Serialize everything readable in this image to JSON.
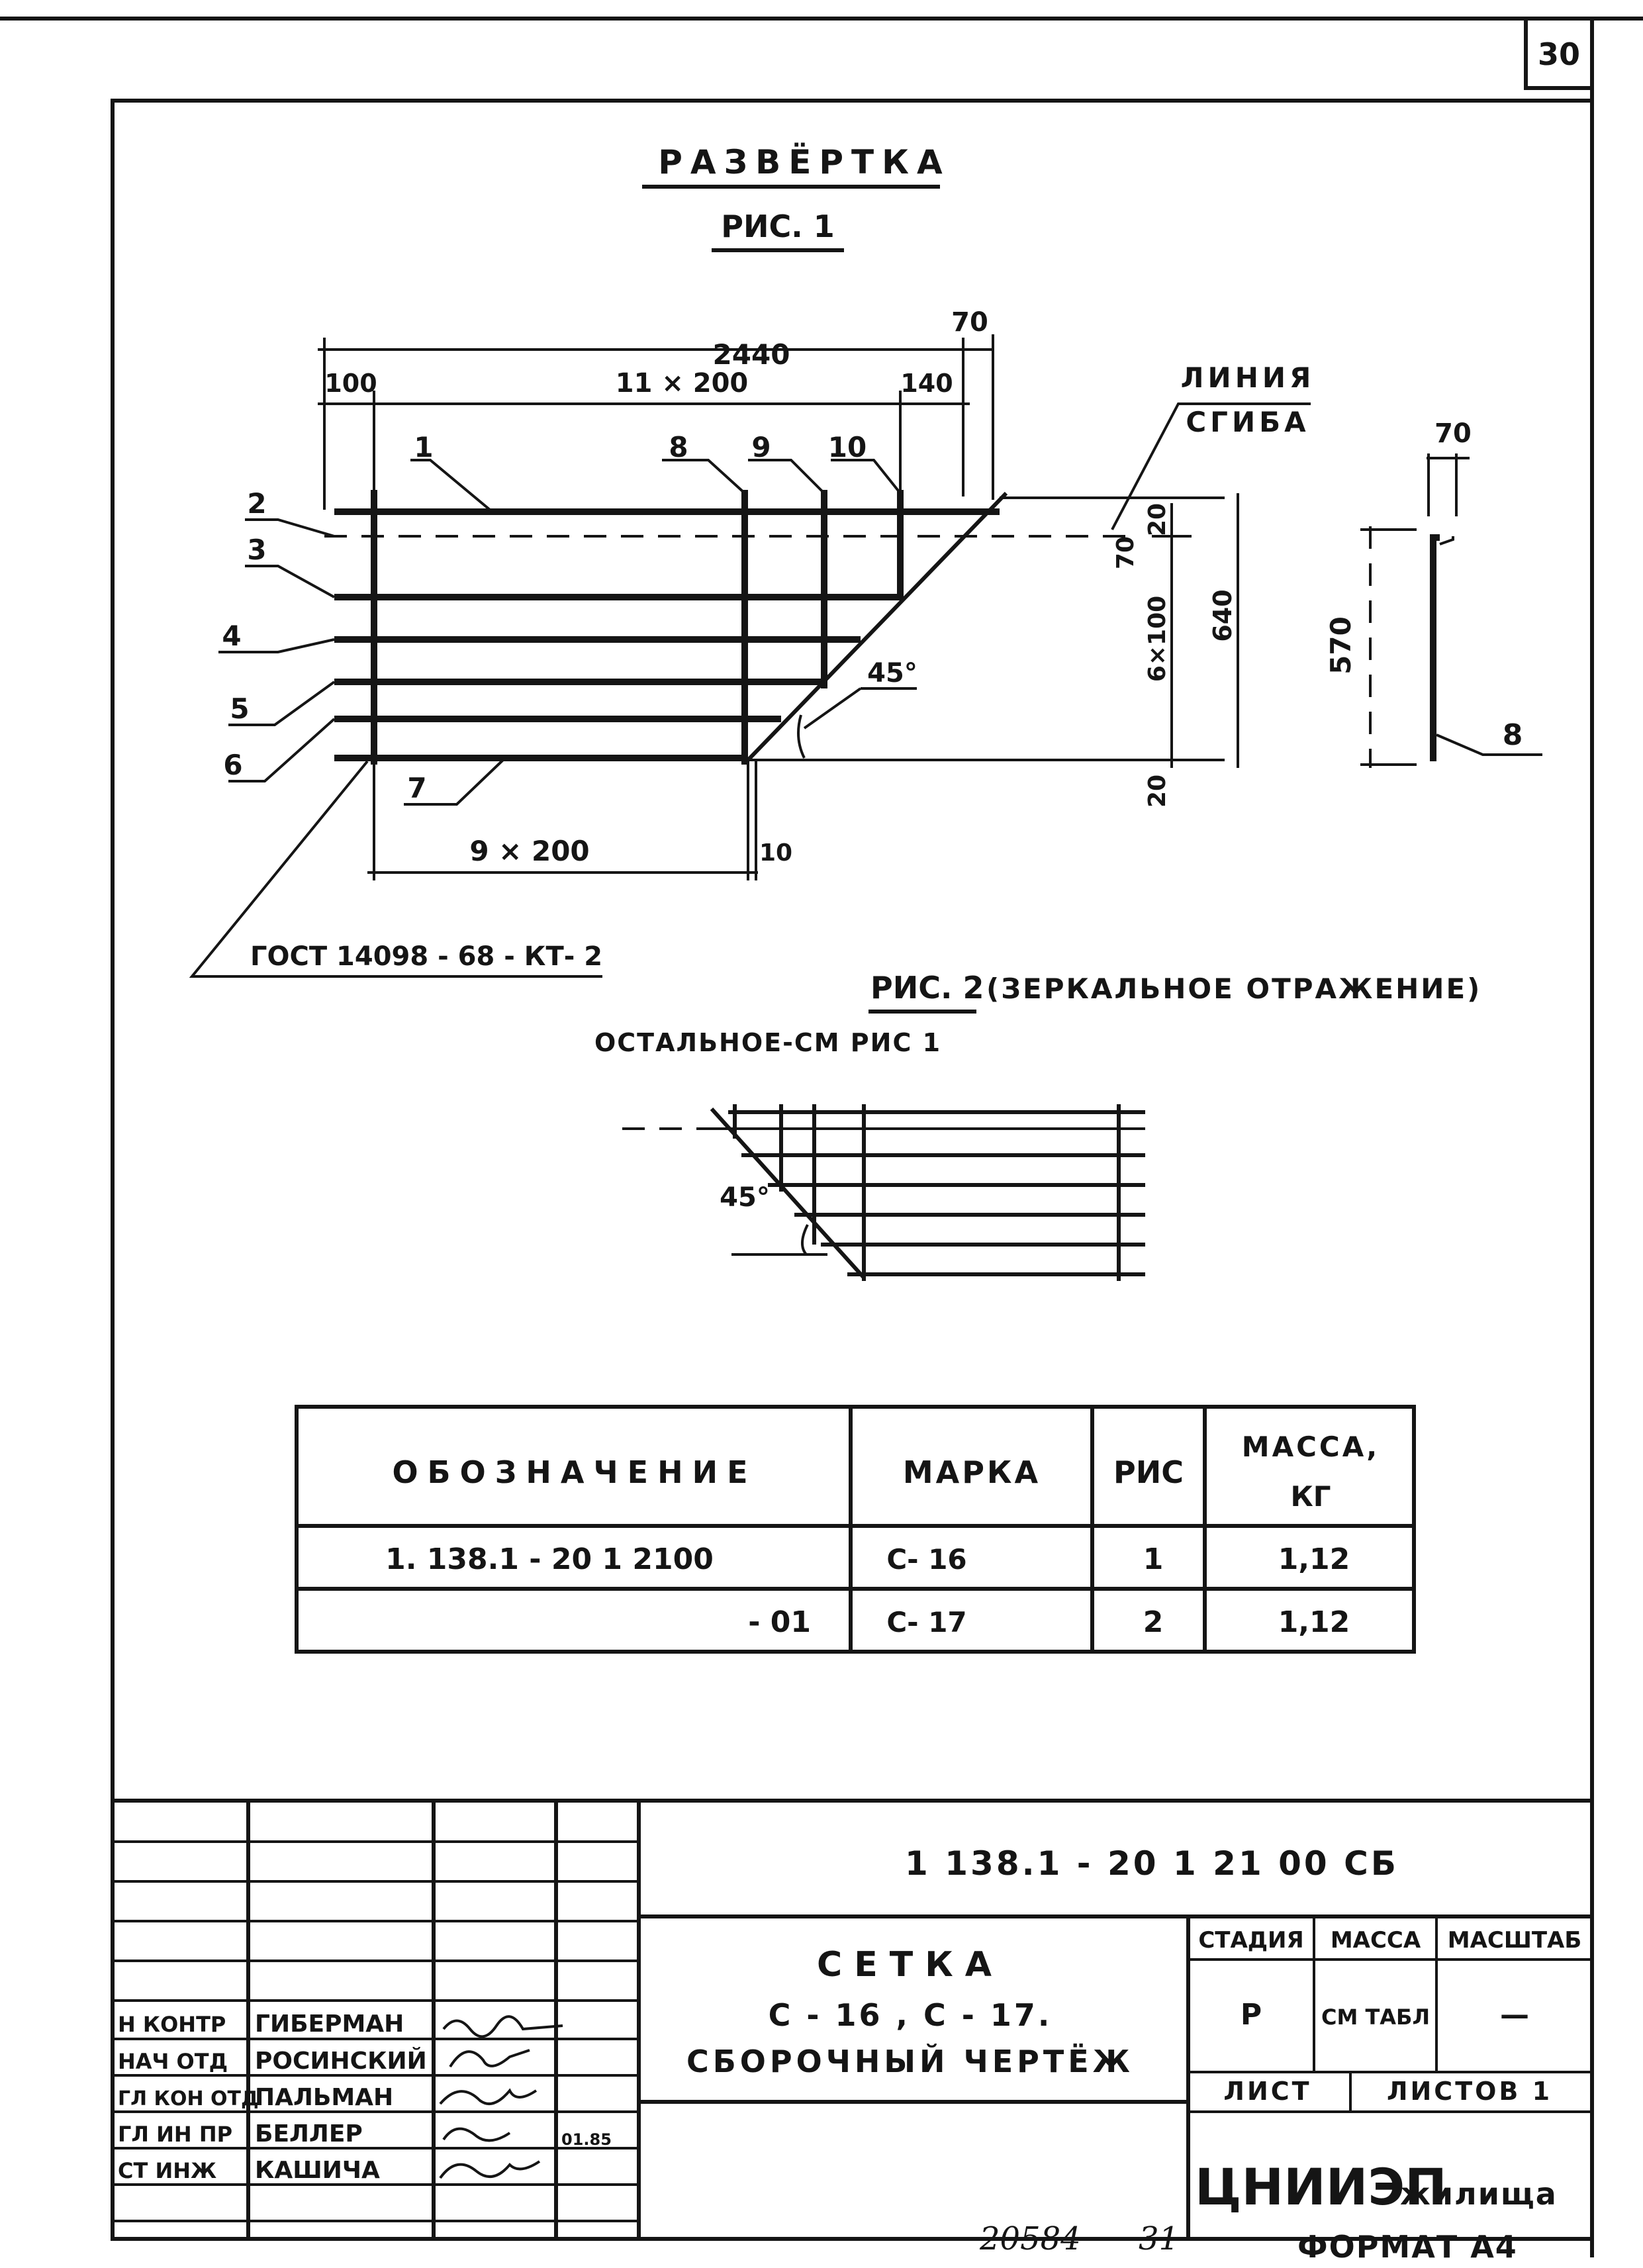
{
  "sheet": {
    "page_number": "30",
    "bottom_number": "20584",
    "bottom_sub": "31",
    "format": "ФОРМАТ А4"
  },
  "header": {
    "title": "РАЗВЁРТКА",
    "fig1": "РИС. 1"
  },
  "fig1": {
    "dim_total": "2440",
    "dim_right_top": "70",
    "dim_left": "100",
    "dim_spacing": "11 × 200",
    "dim_140": "140",
    "bend_label_1": "ЛИНИЯ",
    "bend_label_2": "СГИБА",
    "callouts": [
      "1",
      "2",
      "3",
      "4",
      "5",
      "6",
      "7",
      "8",
      "9",
      "10"
    ],
    "dim_70_vert": "70",
    "dim_20_top": "20",
    "dim_6x100": "6×100",
    "dim_640": "640",
    "dim_20_bot": "20",
    "angle": "45°",
    "dim_9x200": "9 × 200",
    "dim_10": "10",
    "gost": "ГОСТ 14098 - 68 - КТ- 2"
  },
  "side_view": {
    "dim_top": "70",
    "dim_height": "570",
    "callout": "8"
  },
  "fig2": {
    "title": "РИС. 2",
    "subtitle": "(ЗЕРКАЛЬНОЕ ОТРАЖЕНИЕ)",
    "note": "ОСТАЛЬНОЕ-СМ РИС 1",
    "angle": "45°"
  },
  "spec_table": {
    "headers": [
      "ОБОЗНАЧЕНИЕ",
      "МАРКА",
      "РИС",
      "МАССА,",
      "КГ"
    ],
    "rows": [
      [
        "1. 138.1 - 20 1 2100",
        "С- 16",
        "1",
        "1,12"
      ],
      [
        "- 01",
        "С- 17",
        "2",
        "1,12"
      ]
    ]
  },
  "title_block": {
    "doc_code": "1 138.1 - 20 1 21 00 СБ",
    "name_1": "СЕТКА",
    "name_2": "С - 16 , С - 17.",
    "name_3": "СБОРОЧНЫЙ ЧЕРТЁЖ",
    "col_stage": "СТАДИЯ",
    "col_mass": "МАССА",
    "col_scale": "МАСШТАБ",
    "stage": "Р",
    "mass": "СМ ТАБЛ",
    "scale": "—",
    "sheet": "ЛИСТ",
    "sheets": "ЛИСТОВ 1",
    "org_1": "ЦНИИЭП",
    "org_2": "жилища",
    "roles": [
      "Н КОНТР",
      "НАЧ ОТД",
      "ГЛ КОН ОТД",
      "ГЛ ИН ПР",
      "СТ ИНЖ"
    ],
    "names": [
      "ГИБЕРМАН",
      "РОСИНСКИЙ",
      "ПАЛЬМАН",
      "БЕЛЛЕР",
      "КАШИЧА"
    ],
    "date": "01.85"
  }
}
